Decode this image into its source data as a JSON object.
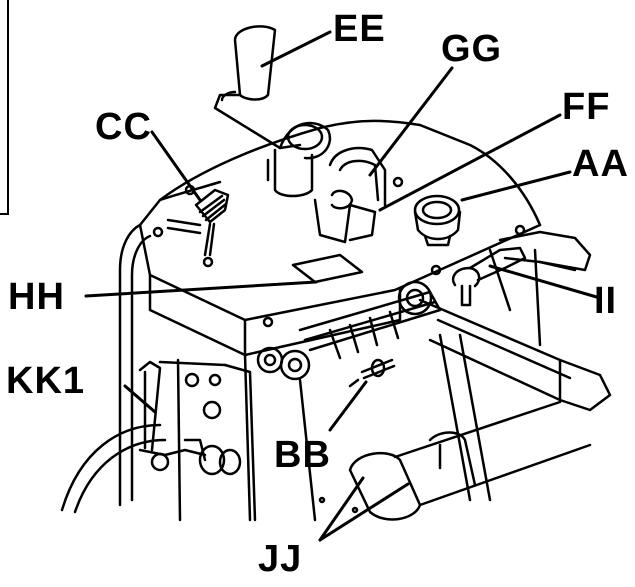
{
  "labels": {
    "ee": "EE",
    "gg": "GG",
    "cc": "CC",
    "ff": "FF",
    "aa": "AA",
    "hh": "HH",
    "ii": "II",
    "kk1": "KK1",
    "bb": "BB",
    "jj": "JJ"
  },
  "colors": {
    "ink": "#000000",
    "paper": "#ffffff"
  }
}
